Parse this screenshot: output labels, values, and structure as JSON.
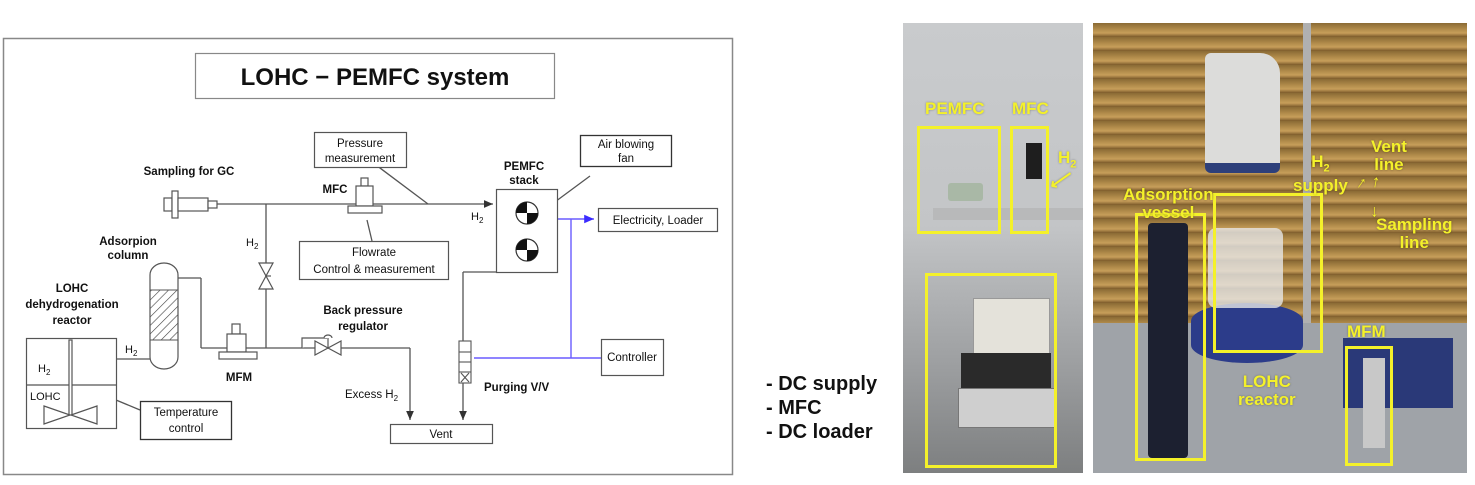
{
  "diagram": {
    "title": "LOHC − PEMFC system",
    "labels": {
      "sampling_for_gc": "Sampling for GC",
      "pressure_measurement_1": "Pressure",
      "pressure_measurement_2": "measurement",
      "mfc": "MFC",
      "pemfc_stack_1": "PEMFC",
      "pemfc_stack_2": "stack",
      "air_blowing_fan_1": "Air blowing",
      "air_blowing_fan_2": "fan",
      "electricity_loader": "Electricity, Loader",
      "h2_main": "H",
      "h2_branch": "H",
      "h2_reactor_out": "H",
      "h2_reactor_inside": "H",
      "subscript_2": "2",
      "adsorption_column_1": "Adsorpion",
      "adsorption_column_2": "column",
      "flowrate_1": "Flowrate",
      "flowrate_2": "Control & measurement",
      "lohc_reactor_1": "LOHC",
      "lohc_reactor_2": "dehydrogenation",
      "lohc_reactor_3": "reactor",
      "lohc_inside": "LOHC",
      "back_pressure_1": "Back pressure",
      "back_pressure_2": "regulator",
      "mfm": "MFM",
      "excess_h2": "Excess H",
      "purging_vv": "Purging V/V",
      "controller": "Controller",
      "temperature_control_1": "Temperature",
      "temperature_control_2": "control",
      "vent": "Vent"
    },
    "colors": {
      "line": "#555555",
      "electric_line": "#6a5cff",
      "text": "#111111"
    }
  },
  "legend": {
    "items": [
      "- DC supply",
      "- MFC",
      "- DC loader"
    ]
  },
  "photo_left": {
    "labels": {
      "pemfc": "PEMFC",
      "mfc": "MFC",
      "h2": "H",
      "h2_sub": "2"
    }
  },
  "photo_right": {
    "labels": {
      "adsorption_1": "Adsorption",
      "adsorption_2": "vessel",
      "lohc_1": "LOHC",
      "lohc_2": "reactor",
      "h2_supply_1": "H",
      "h2_supply_sub": "2",
      "h2_supply_2": "supply",
      "vent_1": "Vent",
      "vent_2": "line",
      "sampling_1": "Sampling",
      "sampling_2": "line",
      "mfm": "MFM"
    },
    "annotation_color": "#f4f12a"
  }
}
